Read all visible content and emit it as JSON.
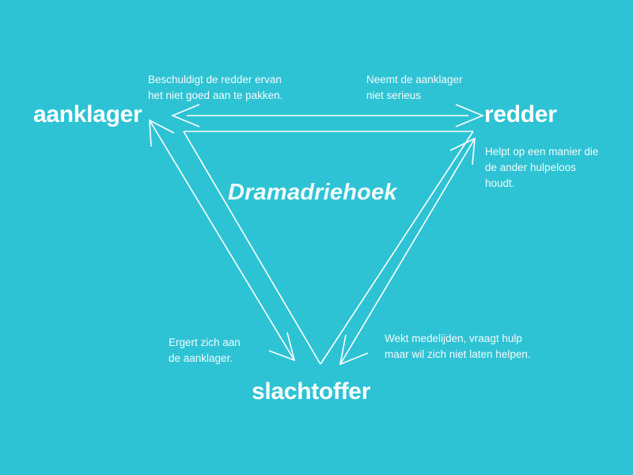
{
  "diagram": {
    "title": "Dramadriehoek",
    "background_color": "#2dc3d4",
    "line_color": "#ffffff",
    "text_color": "#ffffff",
    "roles": {
      "accuser": "aanklager",
      "rescuer": "redder",
      "victim": "slachtoffer"
    },
    "annotations": {
      "accuser_to_rescuer": {
        "line1": "Beschuldigt de redder ervan",
        "line2": "het niet goed aan te pakken."
      },
      "rescuer_to_accuser": {
        "line1": "Neemt de aanklager",
        "line2": "niet serieus"
      },
      "rescuer_to_victim": {
        "line1": "Helpt op een manier die",
        "line2": "de ander hulpeloos",
        "line3": "houdt."
      },
      "victim_to_accuser": {
        "line1": "Ergert zich aan",
        "line2": "de aanklager."
      },
      "victim_to_rescuer": {
        "line1": "Wekt medelijden, vraagt hulp",
        "line2": "maar wil zich niet laten helpen."
      }
    }
  }
}
